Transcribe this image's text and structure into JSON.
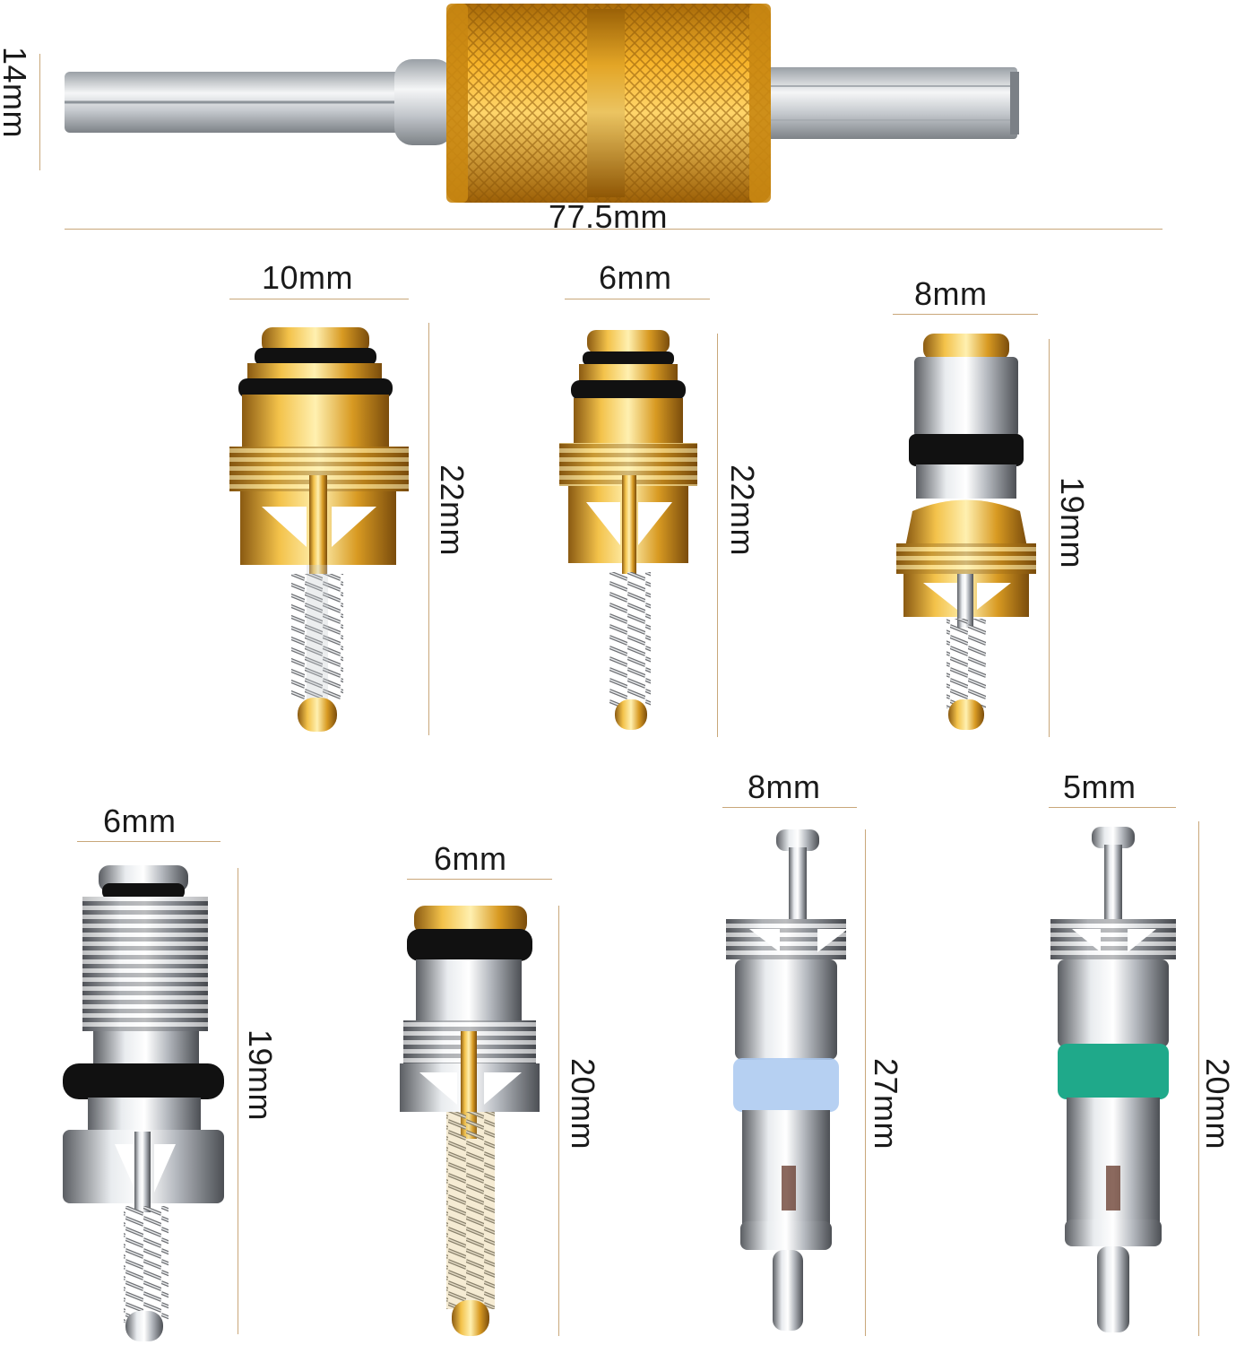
{
  "tool": {
    "width_label": "77.5mm",
    "height_label": "14mm",
    "handle_color": "#e9a21a",
    "shaft_color": "#cfd2d6"
  },
  "cores": [
    {
      "width_label": "10mm",
      "height_label": "22mm",
      "finish": "brass"
    },
    {
      "width_label": "6mm",
      "height_label": "22mm",
      "finish": "brass"
    },
    {
      "width_label": "8mm",
      "height_label": "19mm",
      "finish": "chrome-brass"
    },
    {
      "width_label": "6mm",
      "height_label": "19mm",
      "finish": "chrome"
    },
    {
      "width_label": "6mm",
      "height_label": "20mm",
      "finish": "chrome-brass"
    },
    {
      "width_label": "8mm",
      "height_label": "27mm",
      "finish": "chrome",
      "seal_color": "#a9c8f0"
    },
    {
      "width_label": "5mm",
      "height_label": "20mm",
      "finish": "chrome",
      "seal_color": "#1fa98a"
    }
  ],
  "dimension_line_color": "#c9a77a"
}
